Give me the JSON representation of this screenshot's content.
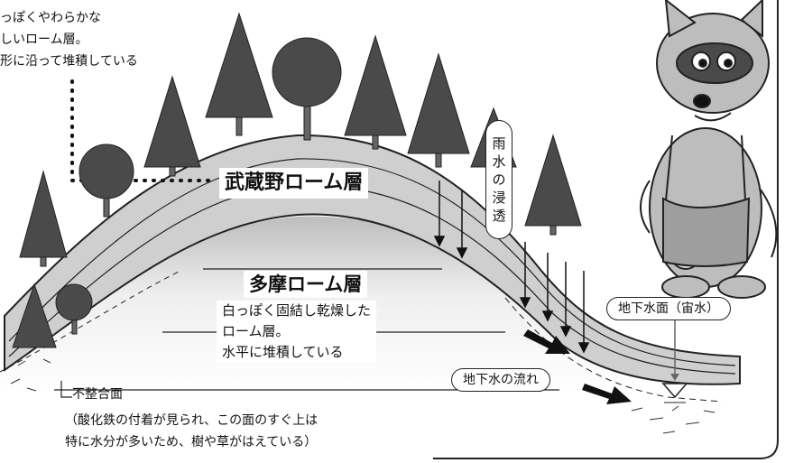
{
  "note_top": {
    "lines": [
      "っぽくやわらかな",
      "しいローム層。",
      "形に沿って堆積している"
    ]
  },
  "layers": {
    "musashino": "武蔵野ローム層",
    "tama_title": "多摩ローム層",
    "tama_desc": [
      "白っぽく固結し乾燥した",
      "ローム層。",
      "水平に堆積している"
    ]
  },
  "rain_label": [
    "雨",
    "水",
    "の",
    "浸",
    "透"
  ],
  "groundwater_level": "地下水面（宙水）",
  "groundwater_flow": "地下水の流れ",
  "unconformity": {
    "label": "不整合面",
    "note": [
      "（酸化鉄の付着が見られ、この面のすぐ上は",
      "特に水分が多いため、樹や草がはえている）"
    ]
  },
  "colors": {
    "ink": "#111111",
    "tree": "#4a4a4a",
    "musashino_fill": "#c9c9c9",
    "tama_fill": "#e8e8e8",
    "mascot": "#bdbdbd"
  }
}
